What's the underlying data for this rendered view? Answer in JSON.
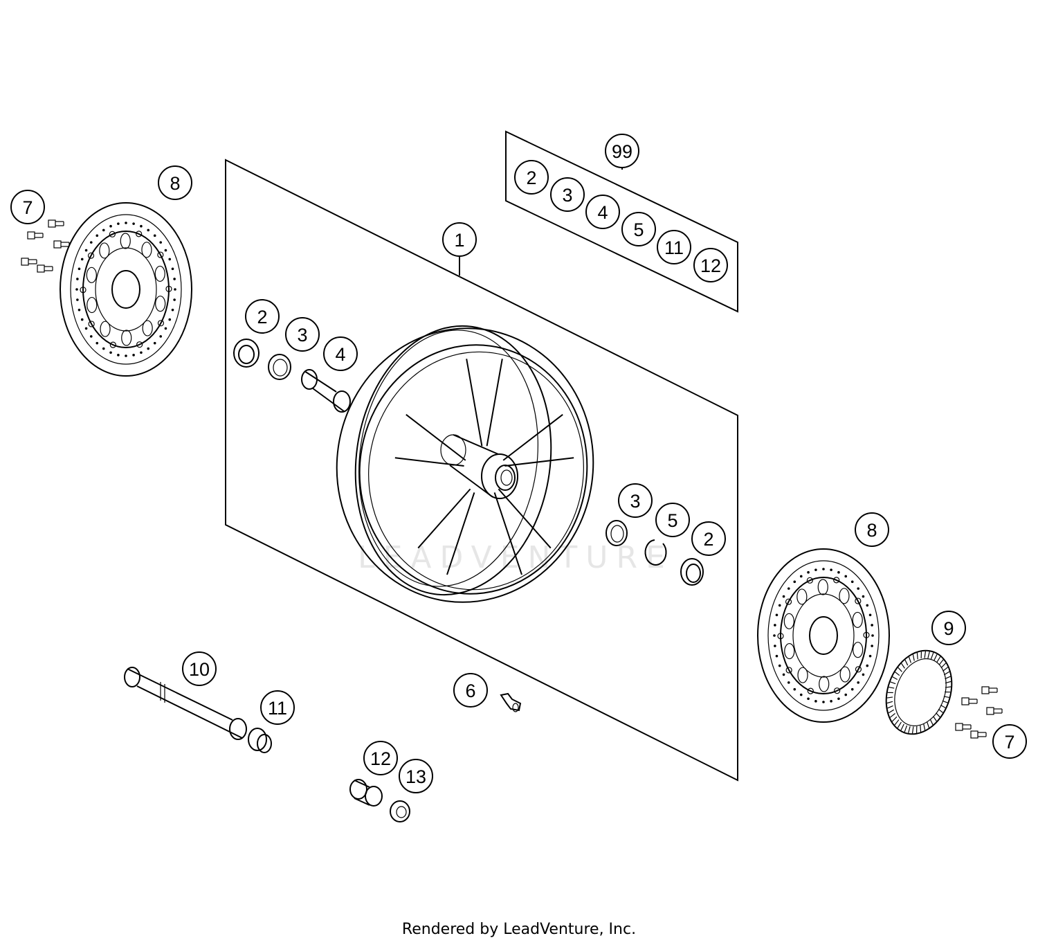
{
  "diagram": {
    "watermark": "LEADVENTURE",
    "footer": "Rendered by LeadVenture, Inc.",
    "kit_callout": "99",
    "kit_items": [
      "2",
      "3",
      "4",
      "5",
      "11",
      "12"
    ],
    "callouts": {
      "wheel": "1",
      "seal_left": "2",
      "bearing_left": "3",
      "spacer": "4",
      "bearing_right": "3",
      "circlip": "5",
      "seal_right": "2",
      "valve": "6",
      "screws_left": "7",
      "screws_right": "7",
      "disc_left": "8",
      "disc_right": "8",
      "sensor_ring": "9",
      "axle": "10",
      "bushing": "11",
      "spacer_sleeve": "12",
      "collar_nut": "13"
    }
  }
}
